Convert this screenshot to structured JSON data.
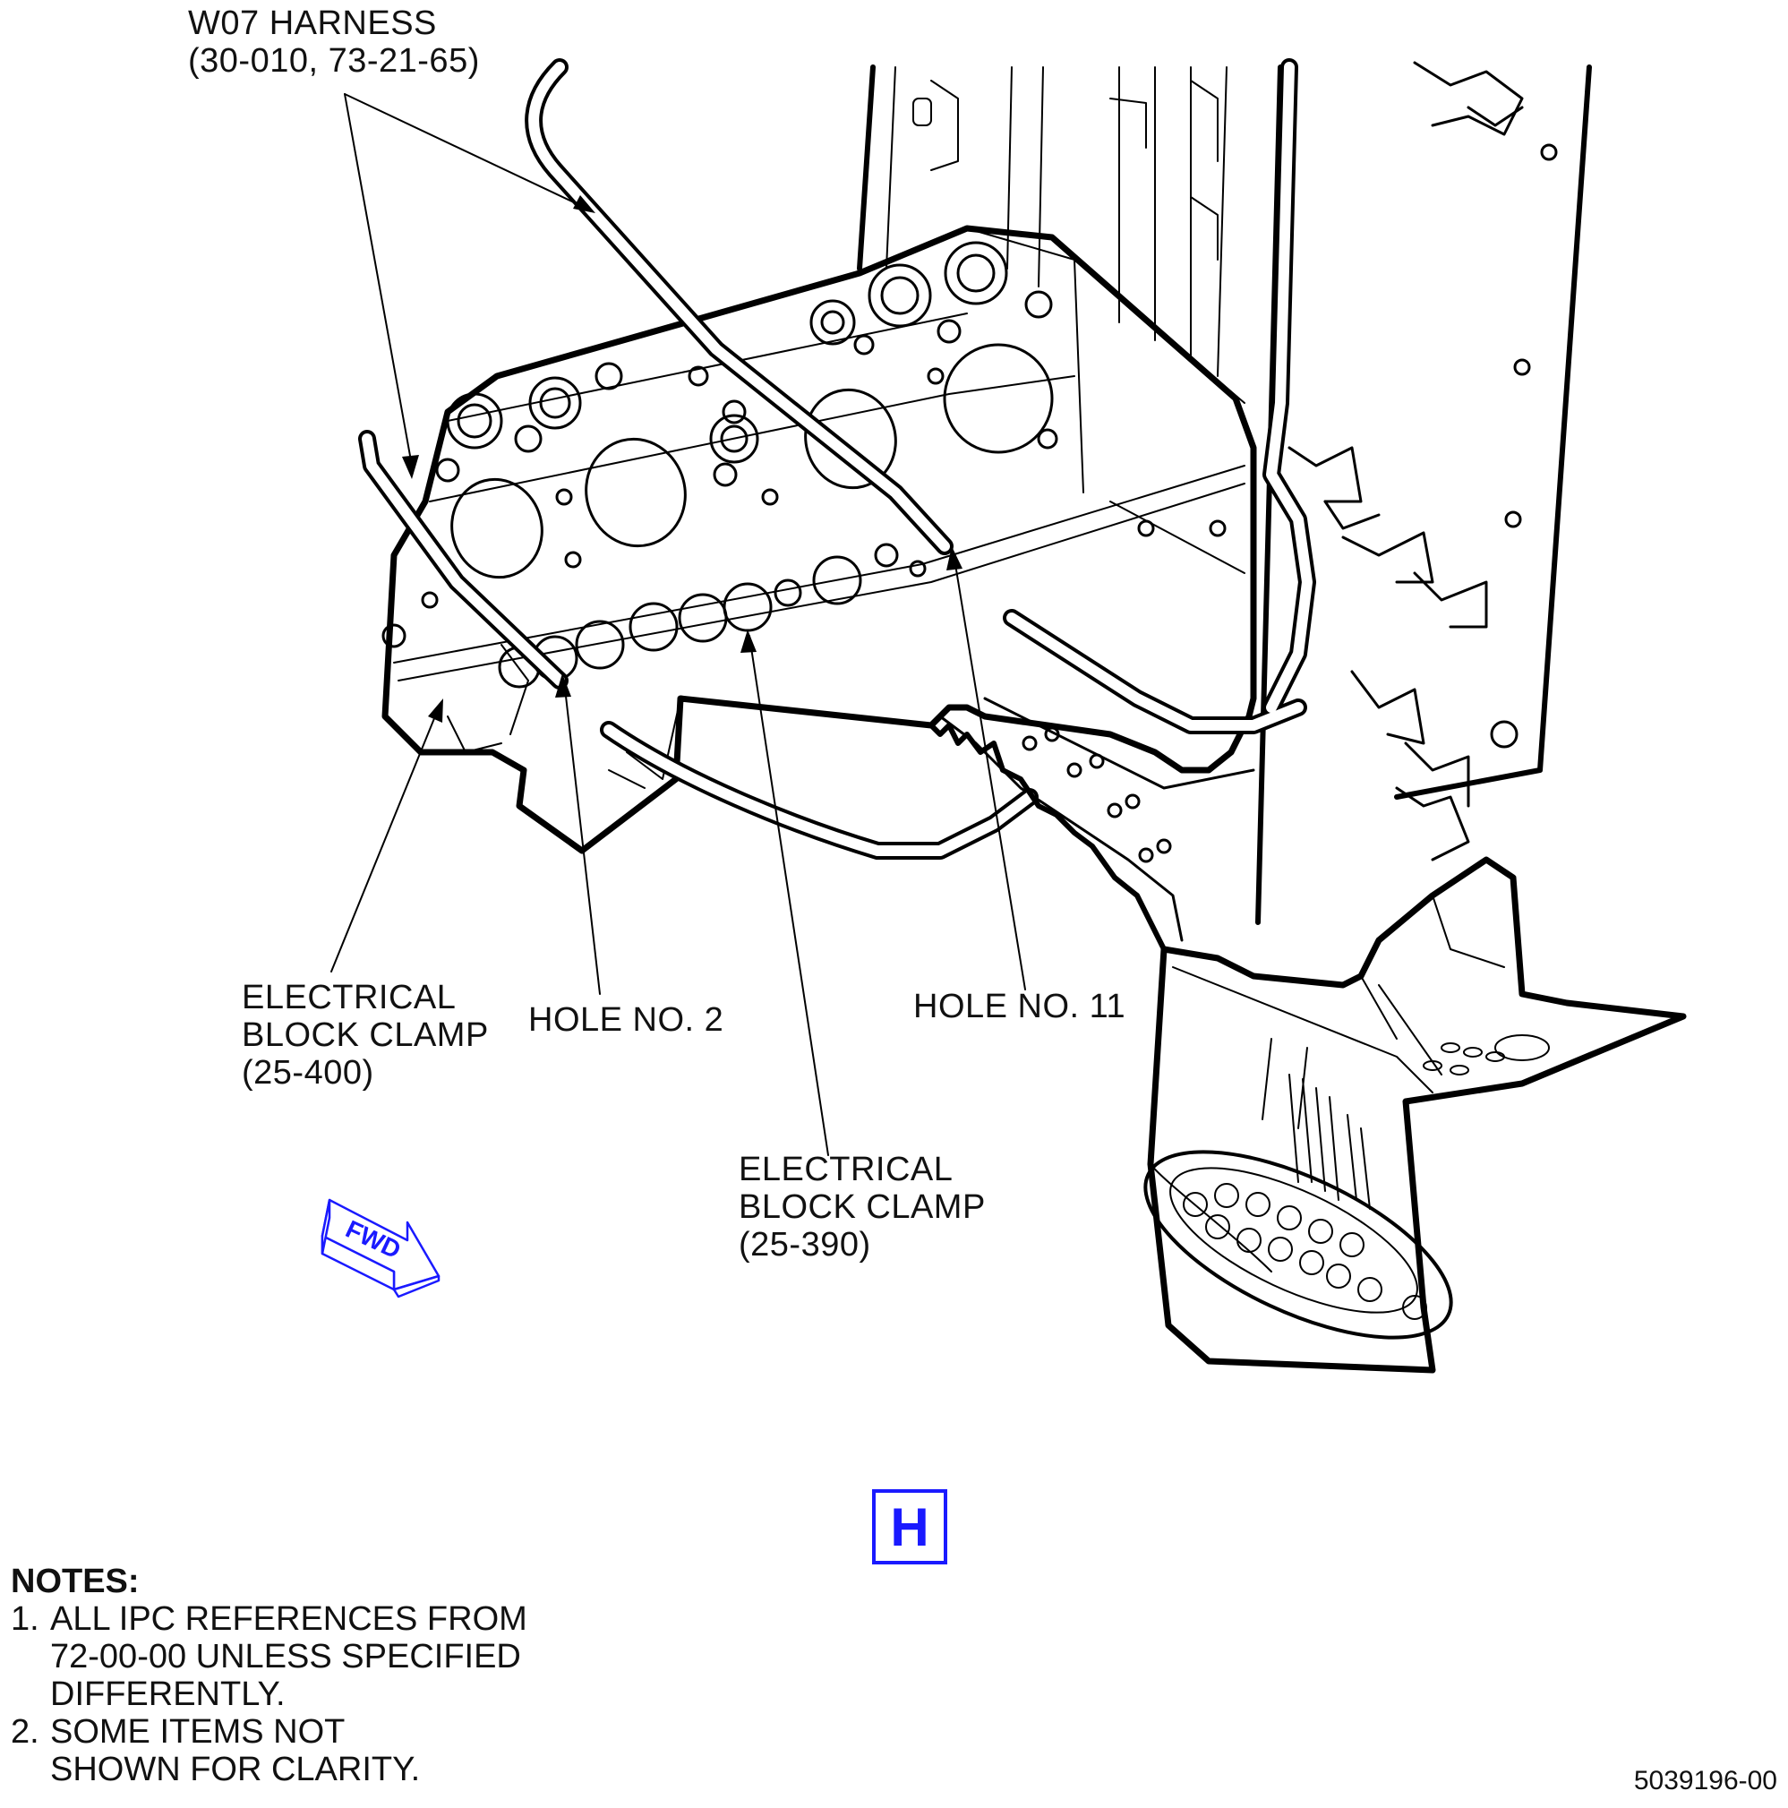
{
  "callouts": {
    "harness": {
      "line1": "W07 HARNESS",
      "line2": "(30-010, 73-21-65)"
    },
    "clamp_400": {
      "line1": "ELECTRICAL",
      "line2": "BLOCK CLAMP",
      "line3": "(25-400)"
    },
    "hole_2": "HOLE NO. 2",
    "hole_11": "HOLE NO. 11",
    "clamp_390": {
      "line1": "ELECTRICAL",
      "line2": "BLOCK CLAMP",
      "line3": "(25-390)"
    }
  },
  "fwd_arrow": {
    "text": "FWD",
    "color": "#1a1aff"
  },
  "view_letter": "H",
  "notes": {
    "heading": "NOTES:",
    "items": [
      {
        "number": "1.",
        "line1": "ALL IPC REFERENCES FROM",
        "line2": "72-00-00 UNLESS SPECIFIED",
        "line3": "DIFFERENTLY."
      },
      {
        "number": "2.",
        "line1": "SOME ITEMS NOT",
        "line2": "SHOWN FOR CLARITY."
      }
    ]
  },
  "figure_number": "5039196-00"
}
